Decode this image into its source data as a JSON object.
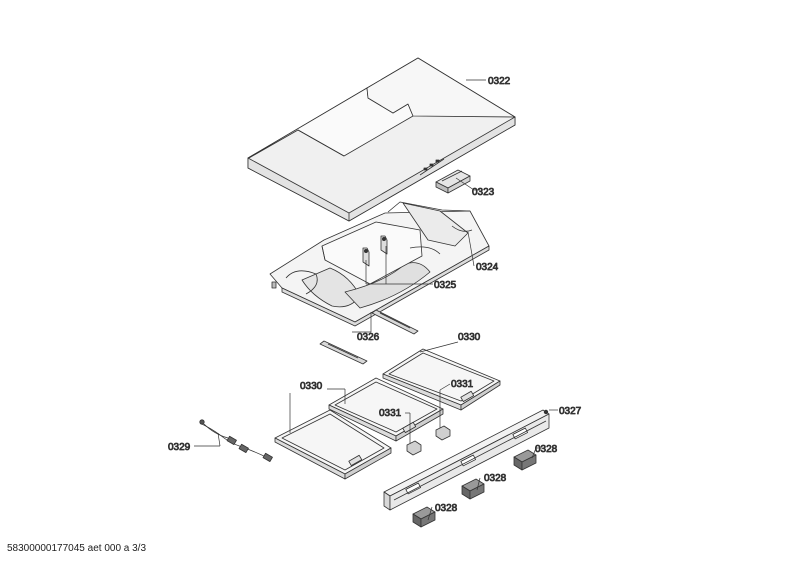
{
  "parts": {
    "p0322": "0322",
    "p0323": "0323",
    "p0324": "0324",
    "p0325": "0325",
    "p0326": "0326",
    "p0330a": "0330",
    "p0330b": "0330",
    "p0331a": "0331",
    "p0331b": "0331",
    "p0327": "0327",
    "p0328a": "0328",
    "p0328b": "0328",
    "p0328c": "0328",
    "p0329": "0329"
  },
  "footer": "58300000177045 aet 000 a 3/3",
  "colors": {
    "stroke": "#333333",
    "fill_top": "#fafafa",
    "fill_side": "#e6e6e6",
    "fill_dark": "#bdbdbd"
  }
}
